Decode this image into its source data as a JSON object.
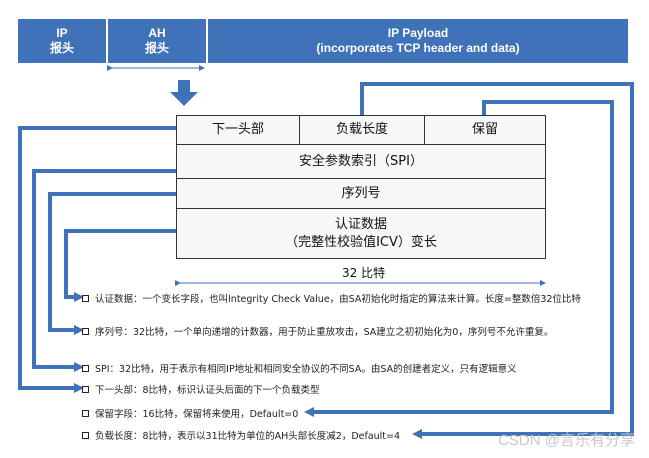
{
  "header": {
    "ip": {
      "line1": "IP",
      "line2": "报头"
    },
    "ah": {
      "line1": "AH",
      "line2": "报头"
    },
    "payload": {
      "line1": "IP Payload",
      "line2": "(incorporates TCP header and data)"
    }
  },
  "table": {
    "next_header": "下一头部",
    "payload_len": "负载长度",
    "reserved": "保留",
    "spi": "安全参数索引（SPI）",
    "seq": "序列号",
    "auth_line1": "认证数据",
    "auth_line2": "（完整性校验值ICV）变长",
    "width_label": "32 比特"
  },
  "notes": [
    "认证数据：一个变长字段，也叫Integrity Check Value，由SA初始化时指定的算法来计算。长度=整数倍32位比特",
    "序列号：32比特，一个单向递增的计数器，用于防止重放攻击，SA建立之初初始化为0，序列号不允许重复。",
    "SPI：32比特，用于表示有相同IP地址和相同安全协议的不同SA。由SA的创建者定义，只有逻辑意义",
    "下一头部：8比特，标识认证头后面的下一个负载类型",
    "保留字段：16比特，保留将来使用，Default=0",
    "负载长度：8比特，表示以31比特为单位的AH头部长度减2，Default=4"
  ],
  "watermark": "CSDN @言乐有分享",
  "colors": {
    "accent": "#3f72b8",
    "header_bg": "#3f72b8"
  }
}
